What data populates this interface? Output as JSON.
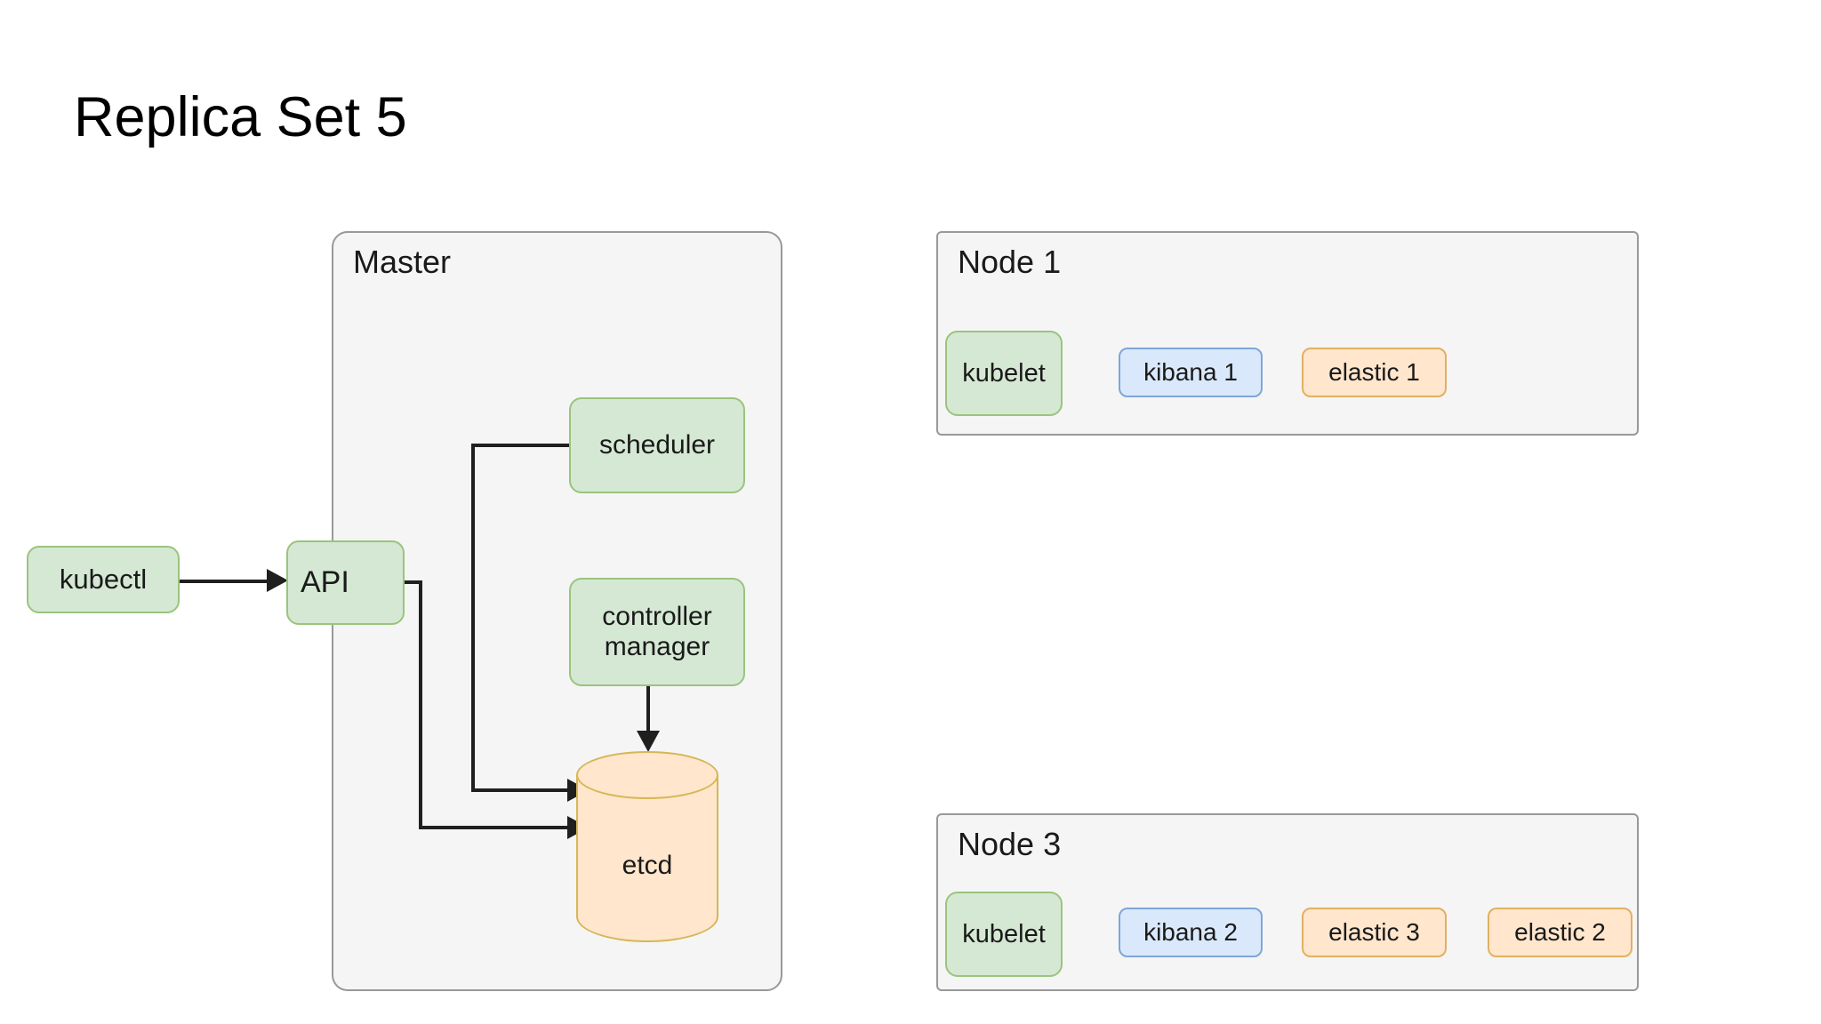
{
  "page": {
    "title": "Replica Set 5",
    "background": "#ffffff"
  },
  "colors": {
    "green_fill": "#d5e8d4",
    "green_stroke": "#9ac47e",
    "blue_fill": "#dae8fc",
    "blue_stroke": "#7ea6d9",
    "orange_fill": "#ffe6cc",
    "orange_stroke": "#e2b062",
    "cylinder_stroke": "#d6b656",
    "group_fill": "#f5f5f5",
    "group_stroke": "#99999a",
    "connector": "#1f1f1f"
  },
  "diagram": {
    "type": "architecture-diagram",
    "external": {
      "kubectl": {
        "label": "kubectl",
        "shape": "rounded-rect",
        "color": "green"
      }
    },
    "master": {
      "label": "Master",
      "components": [
        {
          "label": "API",
          "shape": "rounded-rect",
          "color": "green"
        },
        {
          "label": "scheduler",
          "shape": "rounded-rect",
          "color": "green"
        },
        {
          "label": "controller manager",
          "line1": "controller",
          "line2": "manager",
          "shape": "rounded-rect",
          "color": "green"
        },
        {
          "label": "etcd",
          "shape": "cylinder",
          "color": "orange"
        }
      ]
    },
    "nodes": [
      {
        "label": "Node 1",
        "pods": [
          {
            "label": "kubelet",
            "color": "green"
          },
          {
            "label": "kibana 1",
            "color": "blue"
          },
          {
            "label": "elastic 1",
            "color": "orange"
          }
        ]
      },
      {
        "label": "Node 3",
        "pods": [
          {
            "label": "kubelet",
            "color": "green"
          },
          {
            "label": "kibana 2",
            "color": "blue"
          },
          {
            "label": "elastic 3",
            "color": "orange"
          },
          {
            "label": "elastic 2",
            "color": "orange"
          }
        ]
      }
    ],
    "connections": [
      {
        "from": "kubectl",
        "to": "API",
        "style": "arrow"
      },
      {
        "from": "scheduler",
        "to": "etcd",
        "style": "arrow"
      },
      {
        "from": "API",
        "to": "etcd",
        "style": "arrow"
      },
      {
        "from": "controller manager",
        "to": "etcd",
        "style": "arrow"
      }
    ]
  }
}
